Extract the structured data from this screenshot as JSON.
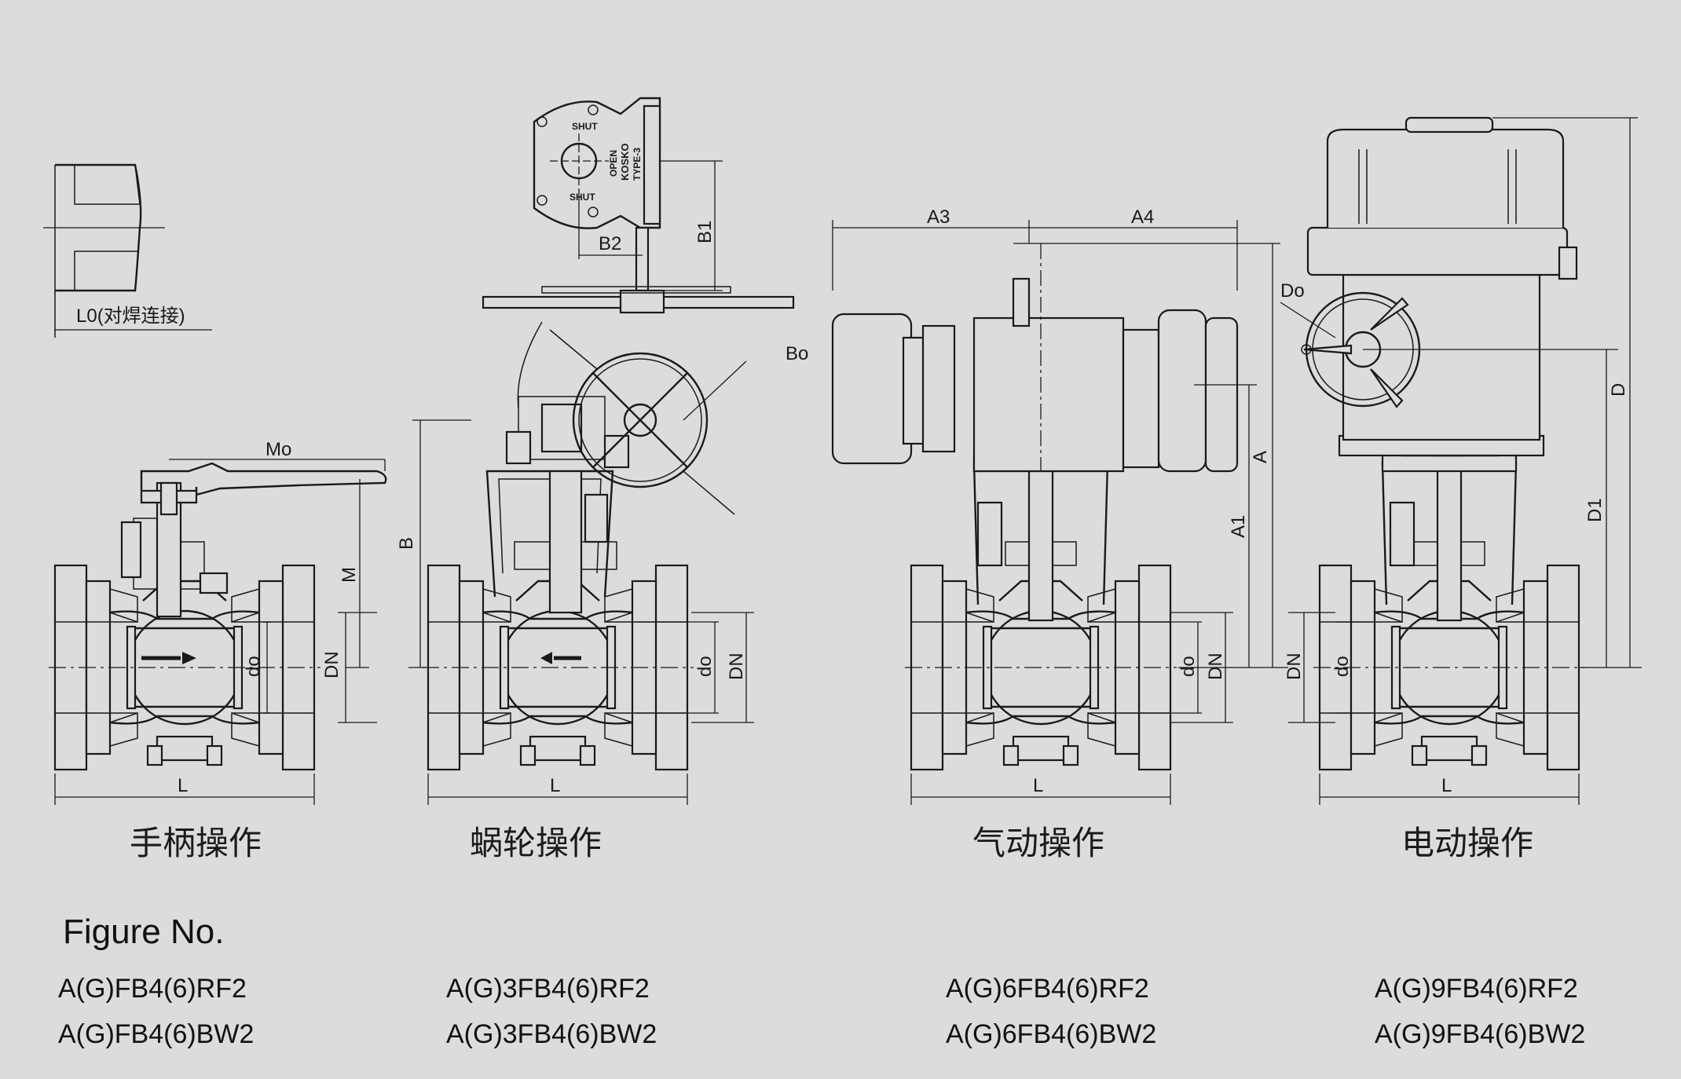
{
  "dimension_labels": {
    "L0": "L0(对焊连接)",
    "Mo": "Mo",
    "M": "M",
    "do": "do",
    "DN": "DN",
    "L": "L",
    "B": "B",
    "B1": "B1",
    "B2": "B2",
    "Bo": "Bo",
    "A3": "A3",
    "A4": "A4",
    "A": "A",
    "A1": "A1",
    "Do": "Do",
    "D": "D",
    "D1": "D1"
  },
  "gearbox_text": {
    "open": "OPEN",
    "shut_top": "SHUT",
    "shut_bottom": "SHUT",
    "brand": "KOSKO",
    "type": "TYPE-3"
  },
  "captions": {
    "manual": "手柄操作",
    "worm": "蜗轮操作",
    "pneumatic": "气动操作",
    "electric": "电动操作"
  },
  "figure_no": {
    "label": "Figure No."
  },
  "models": [
    {
      "rf": "A(G)FB4(6)RF2",
      "bw": "A(G)FB4(6)BW2"
    },
    {
      "rf": "A(G)3FB4(6)RF2",
      "bw": "A(G)3FB4(6)BW2"
    },
    {
      "rf": "A(G)6FB4(6)RF2",
      "bw": "A(G)6FB4(6)BW2"
    },
    {
      "rf": "A(G)9FB4(6)RF2",
      "bw": "A(G)9FB4(6)BW2"
    }
  ]
}
